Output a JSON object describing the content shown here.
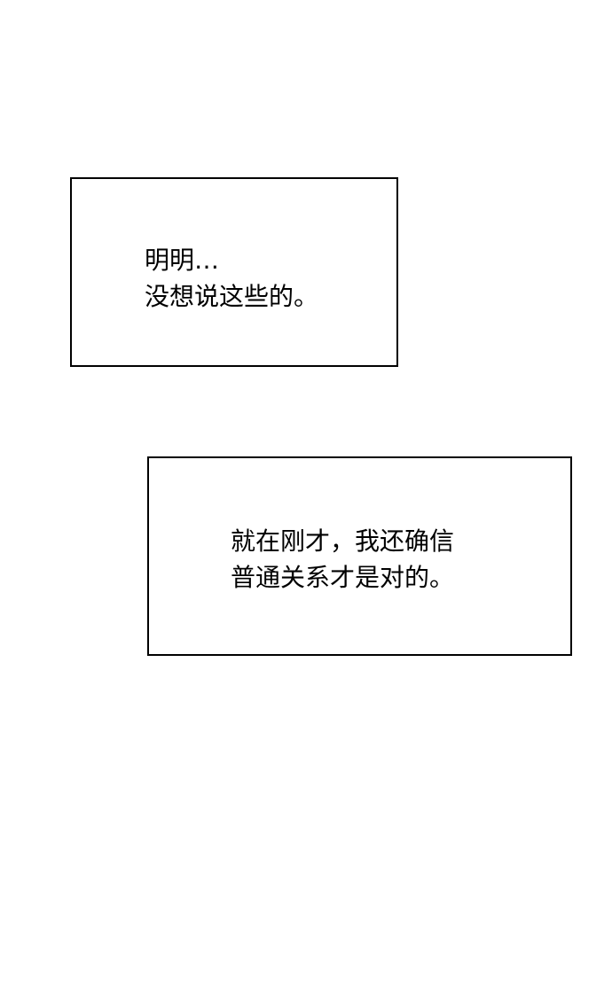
{
  "page": {
    "background_color": "#ffffff",
    "border_color": "#000000"
  },
  "panels": [
    {
      "lines": [
        "明明…",
        "没想说这些的。"
      ]
    },
    {
      "lines": [
        "就在刚才，我还确信",
        "普通关系才是对的。"
      ]
    }
  ]
}
